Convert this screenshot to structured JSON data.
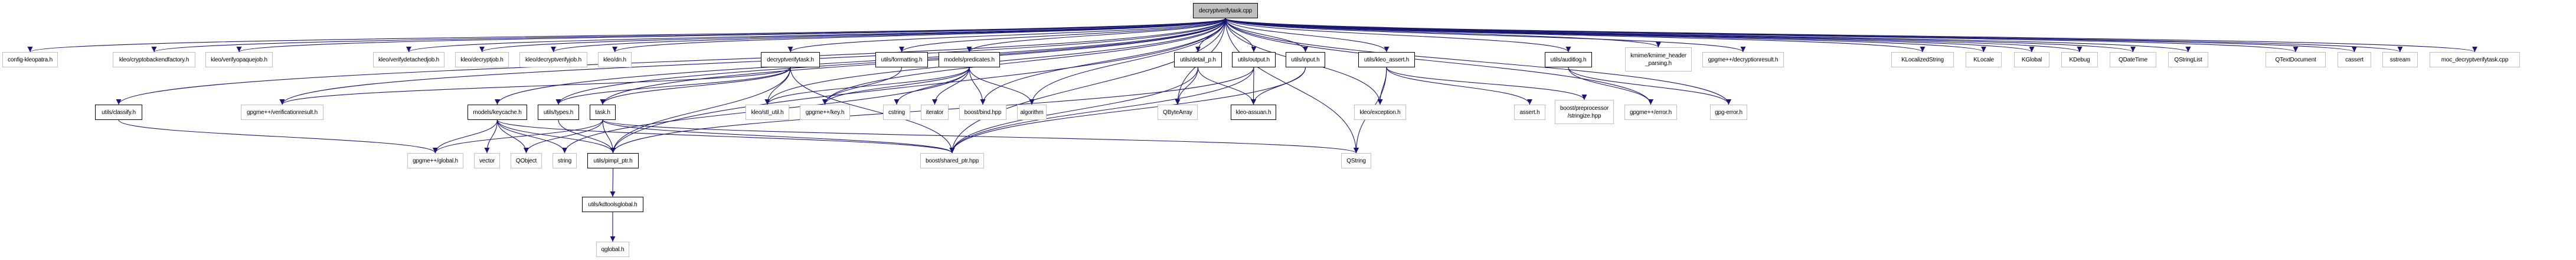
{
  "diagram": {
    "type": "include-dependency-graph",
    "root": "decryptverifytask.cpp",
    "edge_color": "#191970",
    "nodes": [
      {
        "id": "root",
        "label": "decryptverifytask.cpp",
        "kind": "root"
      },
      {
        "id": "config_kleopatra",
        "label": "config-kleopatra.h",
        "kind": "external"
      },
      {
        "id": "kleo_cryptobackendfactory",
        "label": "kleo/cryptobackendfactory.h",
        "kind": "external"
      },
      {
        "id": "kleo_verifyopaquejob",
        "label": "kleo/verifyopaquejob.h",
        "kind": "external"
      },
      {
        "id": "kleo_verifydetachedjob",
        "label": "kleo/verifydetachedjob.h",
        "kind": "external"
      },
      {
        "id": "kleo_decryptjob",
        "label": "kleo/decryptjob.h",
        "kind": "external"
      },
      {
        "id": "kleo_decryptverifyjob",
        "label": "kleo/decryptverifyjob.h",
        "kind": "external"
      },
      {
        "id": "kleo_dn",
        "label": "kleo/dn.h",
        "kind": "external"
      },
      {
        "id": "decryptverifytask_h",
        "label": "decryptverifytask.h",
        "kind": "documented"
      },
      {
        "id": "utils_formatting",
        "label": "utils/formatting.h",
        "kind": "documented"
      },
      {
        "id": "models_predicates",
        "label": "models/predicates.h",
        "kind": "documented"
      },
      {
        "id": "utils_detail_p",
        "label": "utils/detail_p.h",
        "kind": "documented"
      },
      {
        "id": "utils_output",
        "label": "utils/output.h",
        "kind": "documented"
      },
      {
        "id": "utils_input",
        "label": "utils/input.h",
        "kind": "documented"
      },
      {
        "id": "utils_kleo_assert",
        "label": "utils/kleo_assert.h",
        "kind": "documented"
      },
      {
        "id": "utils_auditlog",
        "label": "utils/auditlog.h",
        "kind": "documented"
      },
      {
        "id": "kmime_header_parsing",
        "label": "kmime/kmime_header\n_parsing.h",
        "kind": "external"
      },
      {
        "id": "gpgme_decryptionresult",
        "label": "gpgme++/decryptionresult.h",
        "kind": "external"
      },
      {
        "id": "KLocalizedString",
        "label": "KLocalizedString",
        "kind": "external"
      },
      {
        "id": "KLocale",
        "label": "KLocale",
        "kind": "external"
      },
      {
        "id": "KGlobal",
        "label": "KGlobal",
        "kind": "external"
      },
      {
        "id": "KDebug",
        "label": "KDebug",
        "kind": "external"
      },
      {
        "id": "QDateTime",
        "label": "QDateTime",
        "kind": "external"
      },
      {
        "id": "QStringList",
        "label": "QStringList",
        "kind": "external"
      },
      {
        "id": "QTextDocument",
        "label": "QTextDocument",
        "kind": "external"
      },
      {
        "id": "cassert",
        "label": "cassert",
        "kind": "external"
      },
      {
        "id": "sstream",
        "label": "sstream",
        "kind": "external"
      },
      {
        "id": "moc_decryptverifytask",
        "label": "moc_decryptverifytask.cpp",
        "kind": "external"
      },
      {
        "id": "utils_classify",
        "label": "utils/classify.h",
        "kind": "documented"
      },
      {
        "id": "gpgme_verificationresult",
        "label": "gpgme++/verificationresult.h",
        "kind": "external"
      },
      {
        "id": "models_keycache",
        "label": "models/keycache.h",
        "kind": "documented"
      },
      {
        "id": "utils_types",
        "label": "utils/types.h",
        "kind": "documented"
      },
      {
        "id": "task_h",
        "label": "task.h",
        "kind": "documented"
      },
      {
        "id": "kleo_stl_util",
        "label": "kleo/stl_util.h",
        "kind": "external"
      },
      {
        "id": "gpgme_key",
        "label": "gpgme++/key.h",
        "kind": "external"
      },
      {
        "id": "cstring",
        "label": "cstring",
        "kind": "external"
      },
      {
        "id": "iterator",
        "label": "iterator",
        "kind": "external"
      },
      {
        "id": "boost_bind",
        "label": "boost/bind.hpp",
        "kind": "external"
      },
      {
        "id": "algorithm",
        "label": "algorithm",
        "kind": "external"
      },
      {
        "id": "QByteArray",
        "label": "QByteArray",
        "kind": "external"
      },
      {
        "id": "kleo_assuan",
        "label": "kleo-assuan.h",
        "kind": "documented"
      },
      {
        "id": "kleo_exception",
        "label": "kleo/exception.h",
        "kind": "external"
      },
      {
        "id": "assert_h",
        "label": "assert.h",
        "kind": "external"
      },
      {
        "id": "boost_stringize",
        "label": "boost/preprocessor\n/stringize.hpp",
        "kind": "external"
      },
      {
        "id": "gpgme_error",
        "label": "gpgme++/error.h",
        "kind": "external"
      },
      {
        "id": "gpg_error",
        "label": "gpg-error.h",
        "kind": "external"
      },
      {
        "id": "gpgme_global",
        "label": "gpgme++/global.h",
        "kind": "external"
      },
      {
        "id": "vector",
        "label": "vector",
        "kind": "external"
      },
      {
        "id": "QObject",
        "label": "QObject",
        "kind": "external"
      },
      {
        "id": "string",
        "label": "string",
        "kind": "external"
      },
      {
        "id": "utils_pimpl_ptr",
        "label": "utils/pimpl_ptr.h",
        "kind": "documented"
      },
      {
        "id": "boost_shared_ptr",
        "label": "boost/shared_ptr.hpp",
        "kind": "external"
      },
      {
        "id": "QString",
        "label": "QString",
        "kind": "external"
      },
      {
        "id": "utils_kdtoolsglobal",
        "label": "utils/kdtoolsglobal.h",
        "kind": "documented"
      },
      {
        "id": "qglobal",
        "label": "qglobal.h",
        "kind": "external"
      }
    ],
    "edges": [
      [
        "root",
        "config_kleopatra"
      ],
      [
        "root",
        "kleo_cryptobackendfactory"
      ],
      [
        "root",
        "kleo_verifyopaquejob"
      ],
      [
        "root",
        "kleo_verifydetachedjob"
      ],
      [
        "root",
        "kleo_decryptjob"
      ],
      [
        "root",
        "kleo_decryptverifyjob"
      ],
      [
        "root",
        "kleo_dn"
      ],
      [
        "root",
        "decryptverifytask_h"
      ],
      [
        "root",
        "utils_formatting"
      ],
      [
        "root",
        "models_predicates"
      ],
      [
        "root",
        "utils_detail_p"
      ],
      [
        "root",
        "utils_output"
      ],
      [
        "root",
        "utils_input"
      ],
      [
        "root",
        "utils_kleo_assert"
      ],
      [
        "root",
        "utils_auditlog"
      ],
      [
        "root",
        "kmime_header_parsing"
      ],
      [
        "root",
        "gpgme_decryptionresult"
      ],
      [
        "root",
        "KLocalizedString"
      ],
      [
        "root",
        "KLocale"
      ],
      [
        "root",
        "KGlobal"
      ],
      [
        "root",
        "KDebug"
      ],
      [
        "root",
        "QDateTime"
      ],
      [
        "root",
        "QStringList"
      ],
      [
        "root",
        "QTextDocument"
      ],
      [
        "root",
        "cassert"
      ],
      [
        "root",
        "sstream"
      ],
      [
        "root",
        "moc_decryptverifytask"
      ],
      [
        "root",
        "utils_classify"
      ],
      [
        "root",
        "gpgme_verificationresult"
      ],
      [
        "root",
        "models_keycache"
      ],
      [
        "root",
        "utils_types"
      ],
      [
        "root",
        "task_h"
      ],
      [
        "root",
        "kleo_stl_util"
      ],
      [
        "root",
        "gpgme_key"
      ],
      [
        "root",
        "boost_bind"
      ],
      [
        "root",
        "algorithm"
      ],
      [
        "root",
        "QByteArray"
      ],
      [
        "root",
        "kleo_exception"
      ],
      [
        "root",
        "gpgme_error"
      ],
      [
        "root",
        "gpg_error"
      ],
      [
        "root",
        "boost_shared_ptr"
      ],
      [
        "root",
        "utils_pimpl_ptr"
      ],
      [
        "root",
        "QString"
      ],
      [
        "decryptverifytask_h",
        "task_h"
      ],
      [
        "decryptverifytask_h",
        "gpgme_verificationresult"
      ],
      [
        "decryptverifytask_h",
        "kleo_stl_util"
      ],
      [
        "decryptverifytask_h",
        "utils_types"
      ],
      [
        "decryptverifytask_h",
        "boost_shared_ptr"
      ],
      [
        "decryptverifytask_h",
        "utils_pimpl_ptr"
      ],
      [
        "utils_formatting",
        "gpgme_key"
      ],
      [
        "models_predicates",
        "kleo_stl_util"
      ],
      [
        "models_predicates",
        "gpgme_key"
      ],
      [
        "models_predicates",
        "cstring"
      ],
      [
        "models_predicates",
        "iterator"
      ],
      [
        "models_predicates",
        "boost_bind"
      ],
      [
        "models_predicates",
        "algorithm"
      ],
      [
        "models_predicates",
        "string"
      ],
      [
        "utils_detail_p",
        "QByteArray"
      ],
      [
        "utils_detail_p",
        "kleo_assuan"
      ],
      [
        "utils_detail_p",
        "boost_shared_ptr"
      ],
      [
        "utils_output",
        "kleo_assuan"
      ],
      [
        "utils_output",
        "boost_shared_ptr"
      ],
      [
        "utils_output",
        "utils_pimpl_ptr"
      ],
      [
        "utils_input",
        "kleo_assuan"
      ],
      [
        "utils_input",
        "boost_shared_ptr"
      ],
      [
        "utils_kleo_assert",
        "kleo_exception"
      ],
      [
        "utils_kleo_assert",
        "assert_h"
      ],
      [
        "utils_kleo_assert",
        "boost_stringize"
      ],
      [
        "utils_kleo_assert",
        "QString"
      ],
      [
        "utils_auditlog",
        "gpgme_error"
      ],
      [
        "utils_auditlog",
        "gpg_error"
      ],
      [
        "utils_classify",
        "gpgme_global"
      ],
      [
        "models_keycache",
        "gpgme_global"
      ],
      [
        "models_keycache",
        "vector"
      ],
      [
        "models_keycache",
        "QObject"
      ],
      [
        "models_keycache",
        "string"
      ],
      [
        "models_keycache",
        "utils_pimpl_ptr"
      ],
      [
        "models_keycache",
        "boost_shared_ptr"
      ],
      [
        "utils_types",
        "utils_pimpl_ptr"
      ],
      [
        "task_h",
        "gpgme_global"
      ],
      [
        "task_h",
        "QObject"
      ],
      [
        "task_h",
        "utils_pimpl_ptr"
      ],
      [
        "task_h",
        "boost_shared_ptr"
      ],
      [
        "task_h",
        "QString"
      ],
      [
        "utils_pimpl_ptr",
        "utils_kdtoolsglobal"
      ],
      [
        "utils_kdtoolsglobal",
        "qglobal"
      ]
    ]
  }
}
